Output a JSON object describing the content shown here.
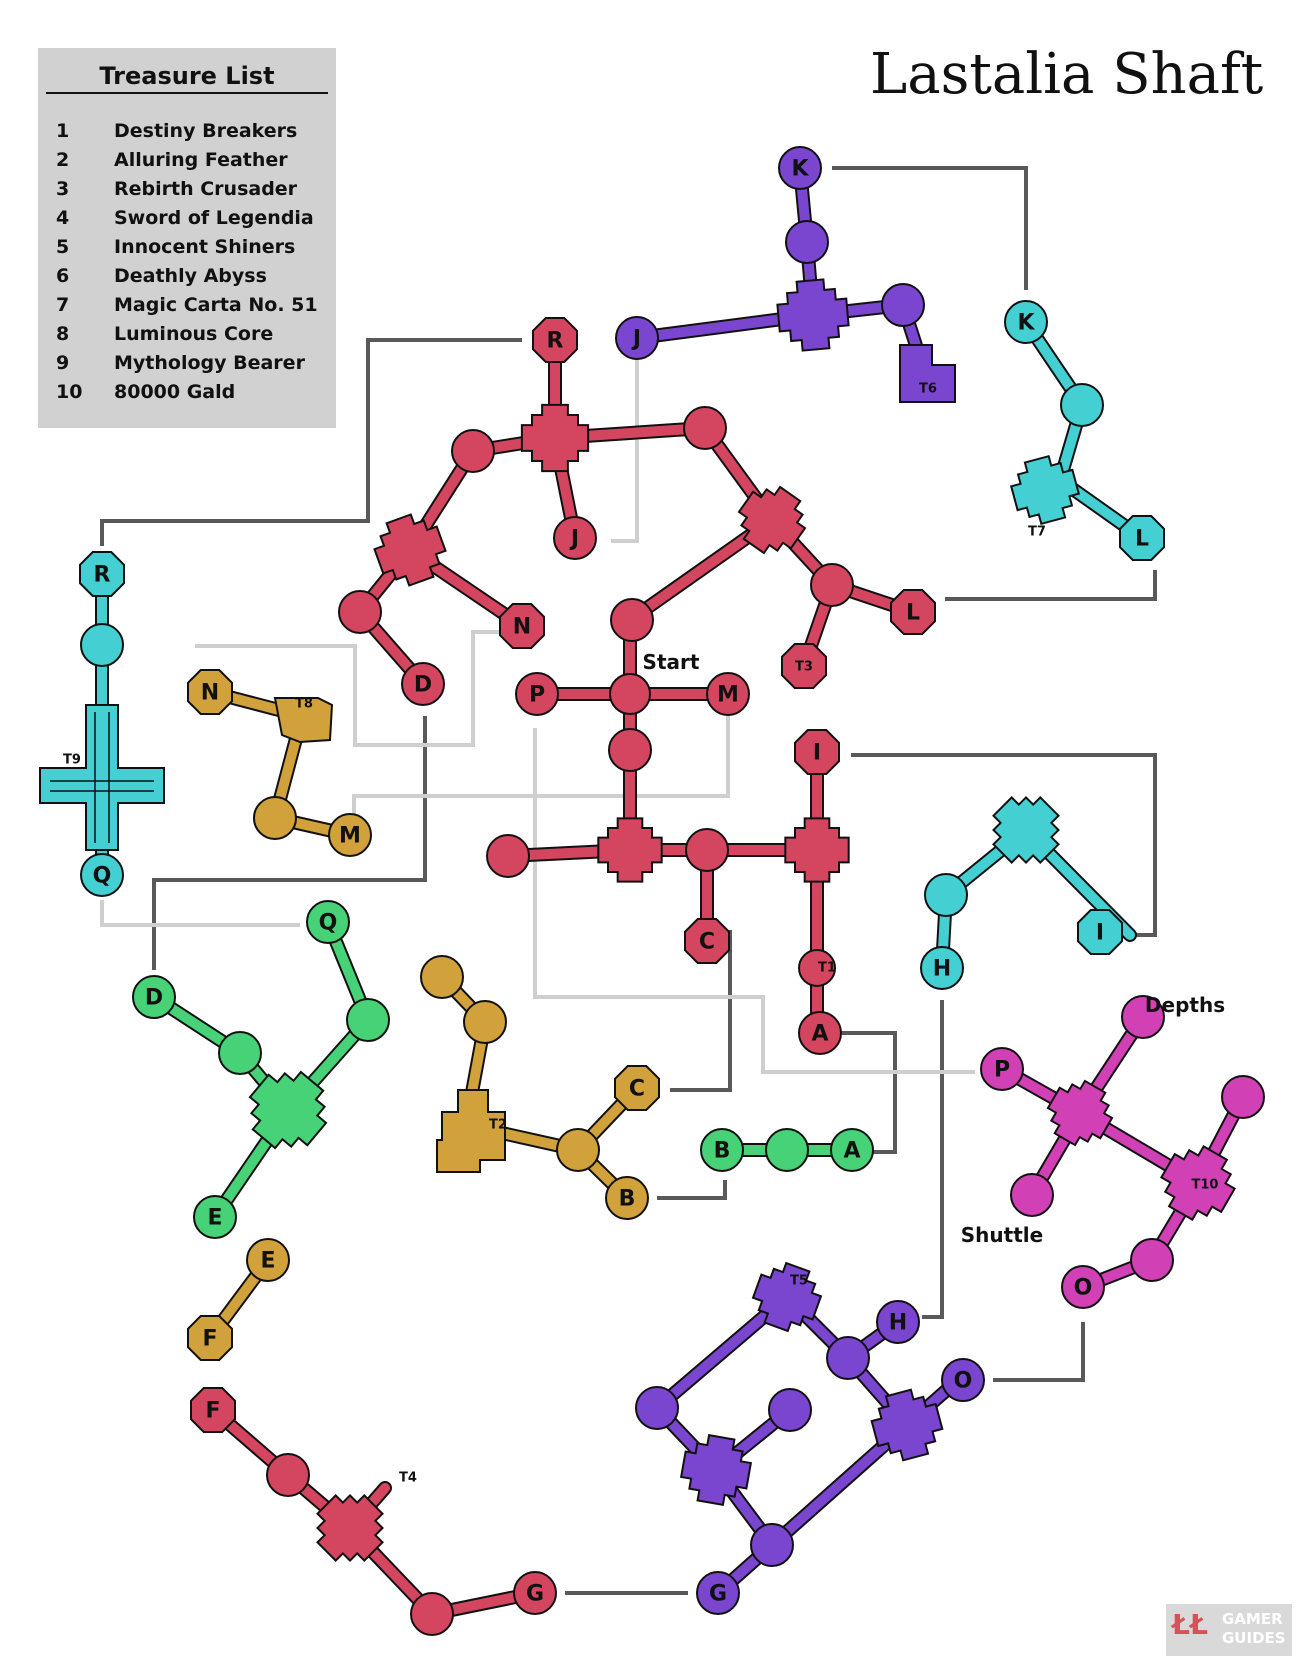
{
  "title": "Lastalia Shaft",
  "treasure_list": {
    "heading": "Treasure List",
    "items": [
      {
        "num": "1",
        "name": "Destiny Breakers"
      },
      {
        "num": "2",
        "name": "Alluring Feather"
      },
      {
        "num": "3",
        "name": "Rebirth Crusader"
      },
      {
        "num": "4",
        "name": "Sword of Legendia"
      },
      {
        "num": "5",
        "name": "Innocent Shiners"
      },
      {
        "num": "6",
        "name": "Deathly Abyss"
      },
      {
        "num": "7",
        "name": "Magic Carta No. 51"
      },
      {
        "num": "8",
        "name": "Luminous Core"
      },
      {
        "num": "9",
        "name": "Mythology Bearer"
      },
      {
        "num": "10",
        "name": "80000 Gald"
      }
    ]
  },
  "colors": {
    "red": "#d4465f",
    "purple": "#7a46cf",
    "cyan": "#44d0d3",
    "gold": "#d1a13c",
    "green": "#47d277",
    "magenta": "#d240b5",
    "connector_dark": "#595959",
    "connector_light": "#cfcfcf"
  },
  "map": {
    "labels": {
      "start": "Start",
      "depths": "Depths",
      "shuttle": "Shuttle"
    },
    "warp_letters": [
      "A",
      "B",
      "C",
      "D",
      "E",
      "F",
      "G",
      "H",
      "I",
      "J",
      "K",
      "L",
      "M",
      "N",
      "O",
      "P",
      "Q",
      "R"
    ],
    "treasure_markers": [
      "T1",
      "T2",
      "T3",
      "T4",
      "T5",
      "T6",
      "T7",
      "T8",
      "T9",
      "T10"
    ]
  },
  "logo": {
    "mark": "ŁŁ",
    "line1": "GAMER",
    "line2": "GUIDES"
  }
}
